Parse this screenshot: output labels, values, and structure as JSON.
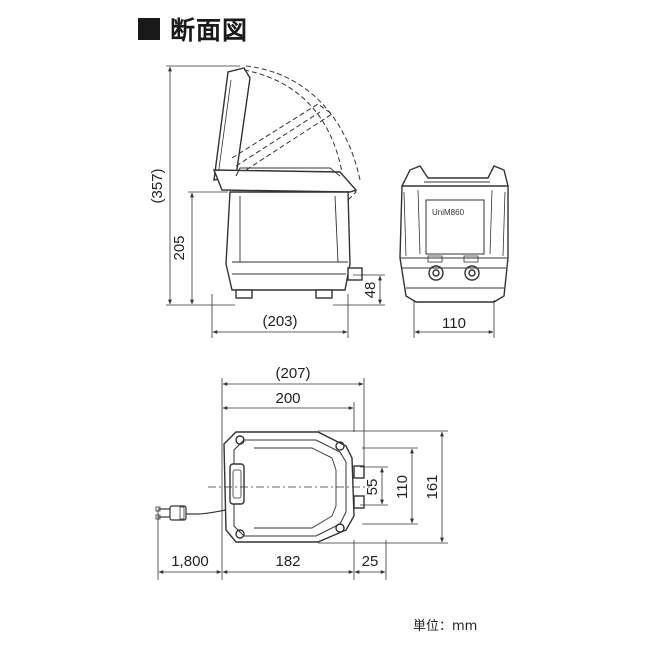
{
  "title": "断面図",
  "unit_label": "単位：mm",
  "product_label": "UniM860",
  "dimensions": {
    "side_total_height": "(357)",
    "side_body_height": "205",
    "side_outlet_height": "48",
    "side_depth": "(203)",
    "front_width": "110",
    "top_overall_width": "(207)",
    "top_body_width": "200",
    "top_depth_161": "161",
    "top_110": "110",
    "top_55": "55",
    "cord_length": "1,800",
    "top_182": "182",
    "outlet_25": "25"
  }
}
